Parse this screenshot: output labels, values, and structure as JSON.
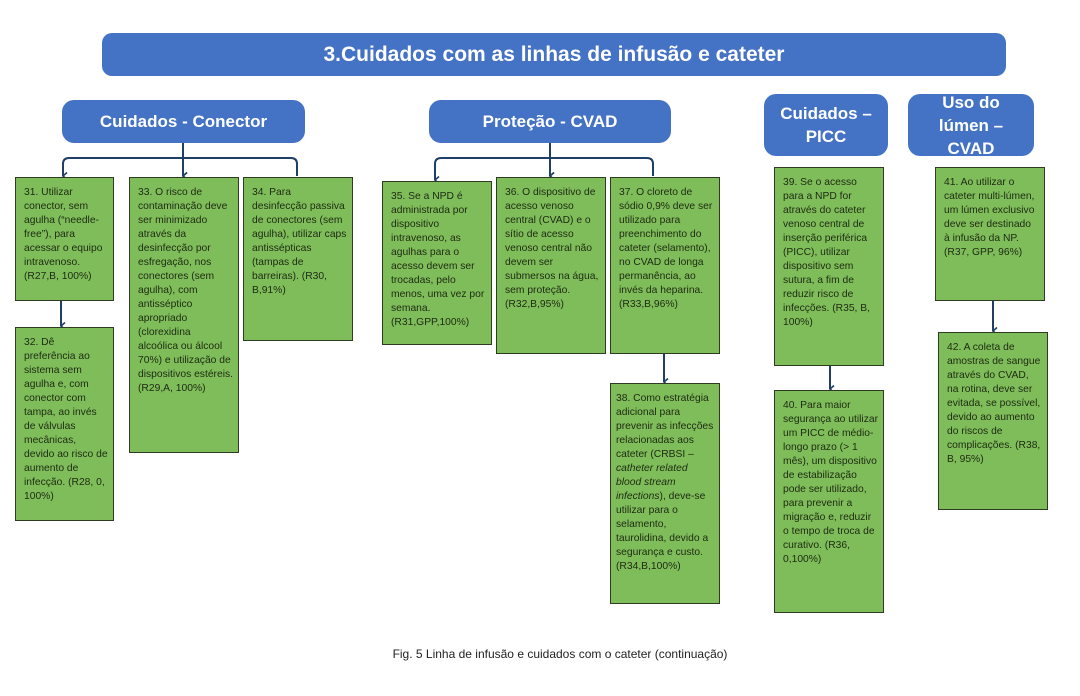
{
  "title": "3.Cuidados com as linhas de infusão e cateter",
  "headers": {
    "conector": "Cuidados - Conector",
    "cvad": "Proteção - CVAD",
    "picc": "Cuidados – PICC",
    "lumen": "Uso do lúmen – CVAD"
  },
  "boxes": {
    "b31": "31. Utilizar conector, sem agulha (“needle-free”), para acessar o equipo intravenoso. (R27,B, 100%)",
    "b32": "32. Dê preferência ao sistema sem agulha e, com conector com tampa, ao invés de válvulas mecânicas, devido ao risco de aumento de infecção. (R28, 0, 100%)",
    "b33": "33. O risco de contaminação deve ser minimizado através da desinfecção por esfregação, nos conectores (sem agulha), com antisséptico apropriado (clorexidina alcoólica ou álcool 70%) e utilização de dispositivos estéreis. (R29,A, 100%)",
    "b34": "34. Para desinfecção passiva de conectores (sem agulha), utilizar caps antissépticas (tampas de barreiras). (R30, B,91%)",
    "b35": "35. Se a NPD é administrada por dispositivo intravenoso, as agulhas para o acesso devem ser trocadas, pelo menos, uma vez por semana. (R31,GPP,100%)",
    "b36": "36. O dispositivo de acesso venoso central (CVAD) e o sítio de acesso venoso central não devem ser submersos na água, sem proteção. (R32,B,95%)",
    "b37": "37. O cloreto de sódio 0,9% deve ser utilizado para preenchimento do cateter (selamento), no CVAD de longa permanência, ao invés da heparina. (R33,B,96%)",
    "b38_pre": "38. Como estratégia adicional para prevenir as infecções relacionadas aos cateter (CRBSI – ",
    "b38_italic": "catheter related blood stream infections",
    "b38_post": "), deve-se utilizar para o selamento, taurolidina, devido a segurança e custo. (R34,B,100%)",
    "b39": "39. Se o acesso para a NPD for através do cateter venoso central de inserção periférica (PICC), utilizar dispositivo sem sutura, a fim de reduzir risco de infecções. (R35, B, 100%)",
    "b40": "40. Para maior segurança ao utilizar um PICC de médio-longo prazo (> 1 mês), um dispositivo de estabilização pode ser utilizado, para prevenir a migração e, reduzir o tempo de troca de curativo. (R36, 0,100%)",
    "b41": "41. Ao utilizar o cateter multi-lúmen, um lúmen exclusivo deve ser destinado à infusão da NP. (R37, GPP, 96%)",
    "b42": "42. A coleta de amostras de sangue através do CVAD, na rotina, deve ser evitada, se possível, devido ao aumento do riscos de complicações. (R38, B, 95%)"
  },
  "caption": "Fig. 5 Linha de infusão e cuidados com o cateter (continuação)",
  "colors": {
    "header": "#4472c4",
    "box": "#7fbd5a",
    "connector": "#1f3f66"
  }
}
